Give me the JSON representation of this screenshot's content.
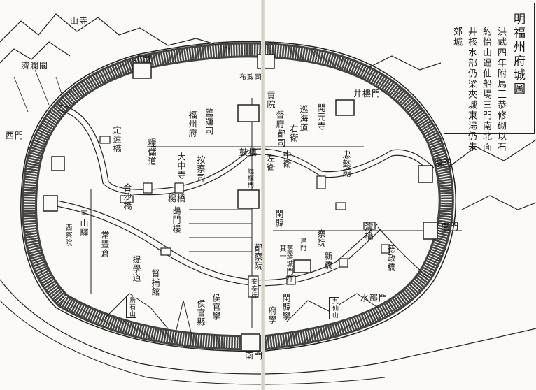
{
  "title": "明福州府城圖",
  "note": [
    "洪武四年附馬王恭修砌以石",
    "約怡山逼仙船場三門南北面",
    "井核水部仍梁夾城東湯仍朱",
    "郊城"
  ],
  "gates": {
    "north": "北門",
    "west": "西門",
    "south": "南門",
    "east": "東門",
    "tang": "湯門",
    "jing": "井樓門",
    "shuibu": "水部門"
  },
  "places": {
    "mountain_temple": "山寺",
    "jilan": "濟瀾閣",
    "dingyuan": "定遠橋",
    "fuzhoufu": "福州府",
    "yanyun": "鹽運司",
    "buzheng": "布政司",
    "gongyuan": "貢院",
    "dufu": "督府",
    "dusi": "都司",
    "youwei": "右衛",
    "xunhai": "巡海道",
    "kaiyuan": "開元寺",
    "zhongyi": "忠懿廟",
    "liangchu": "糧儲道",
    "dazhong": "大中寺",
    "ancha": "按察司",
    "gulou": "鼓樓",
    "zuowei": "左衛",
    "zhongwei": "中衛",
    "qiaolou": "譙樓門",
    "minxian": "閩縣",
    "yangqiao": "楊橋",
    "heshaqiao": "合沙橋",
    "quemenlou": "鵲門樓",
    "sanshan": "三山驛",
    "changfeng": "常豐倉",
    "xichayuan": "西察院",
    "tixue": "提學道",
    "dubu": "督捕館",
    "duchayuan": "都察院",
    "houguan": "侯官縣",
    "houguanxue": "侯官學",
    "fuxue": "府學",
    "minxianxue": "閩縣學",
    "antai": "安泰橋",
    "luocheng": "舊羅城門存其一",
    "jinmen": "津門",
    "xinqiao": "新橋",
    "chayuan": "察院",
    "wanqiao": "灣橋",
    "dezheng": "德政橋",
    "wushi": "烏石山",
    "jiuxian": "九仙山"
  }
}
